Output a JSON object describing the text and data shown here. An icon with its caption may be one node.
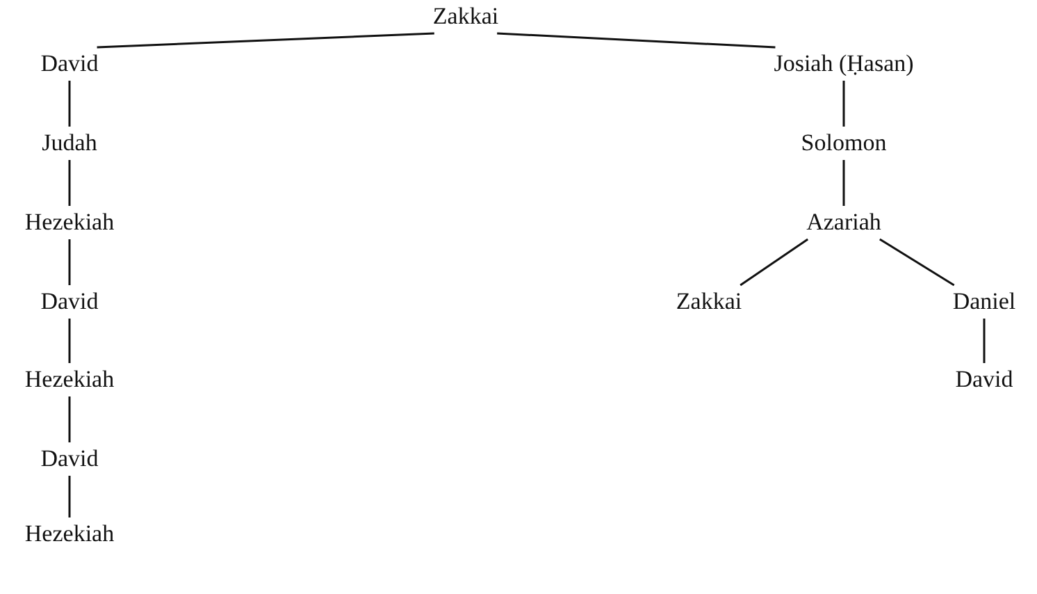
{
  "diagram": {
    "nodes": [
      {
        "text": [
          "Zakkai"
        ]
      },
      {
        "text": [
          "David"
        ]
      },
      {
        "text": [
          "Judah"
        ]
      },
      {
        "text": [
          "Hezekiah"
        ]
      },
      {
        "text": [
          "David"
        ]
      },
      {
        "text": [
          "Hezekiah"
        ]
      },
      {
        "text": [
          "David"
        ]
      },
      {
        "text": [
          "Hezekiah"
        ]
      },
      {
        "text": [
          "Josiah (Ḥasan)"
        ]
      },
      {
        "text": [
          "Solomon"
        ]
      },
      {
        "text": [
          "Azariah"
        ]
      },
      {
        "text": [
          "Zakkai"
        ]
      },
      {
        "text": [
          "Daniel"
        ]
      },
      {
        "text": [
          "David"
        ]
      }
    ],
    "edges": [
      {
        "from": 0,
        "to": 1,
        "arrow": "none"
      },
      {
        "from": 0,
        "to": 8,
        "arrow": "none"
      },
      {
        "from": 1,
        "to": 2,
        "arrow": "none"
      },
      {
        "from": 2,
        "to": 3,
        "arrow": "none"
      },
      {
        "from": 3,
        "to": 4,
        "arrow": "none"
      },
      {
        "from": 4,
        "to": 5,
        "arrow": "none"
      },
      {
        "from": 5,
        "to": 6,
        "arrow": "none"
      },
      {
        "from": 6,
        "to": 7,
        "arrow": "none"
      },
      {
        "from": 8,
        "to": 9,
        "arrow": "none"
      },
      {
        "from": 9,
        "to": 10,
        "arrow": "none"
      },
      {
        "from": 10,
        "to": 11,
        "arrow": "none"
      },
      {
        "from": 10,
        "to": 12,
        "arrow": "none"
      },
      {
        "from": 12,
        "to": 13,
        "arrow": "none"
      }
    ]
  }
}
